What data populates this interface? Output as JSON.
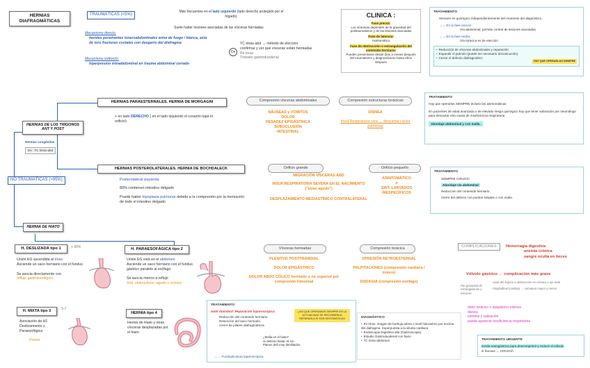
{
  "title": {
    "line1": "HERNIAS",
    "line2": "DIAFRAGMÁTICAS"
  },
  "traumatic": {
    "label": "TRAUMÁTICAS (<5%)",
    "frequency": "Más frecuentes en el lado izquierdo (lado derecho protegido por el hígado).",
    "frequency_parts": {
      "pre": "Más frecuentes en el ",
      "bold": "lado izquierdo",
      "post": " (lado derecho protegido por el hígado)."
    },
    "associated": "Suele haber lesiones asociadas de las vísceras herniadas",
    "direct_title": "Mecanismo directo:",
    "direct_text": "heridas penetrantes toracoabdominales arma de fuego / blanca, asta de toro fracturas costales con desgarro del diafragma",
    "indirect_title": "Mecanismo indirecto:",
    "indirect_text": "hiperpresión intraabdominal en trauma abdominal cerrado",
    "dx_label": "Dx",
    "dx_line1": "TC tórax-abd → método de elección",
    "dx_line2": "confirmar y ver qué vísceras están herniadas",
    "dx_line3": "Rx tórax",
    "dx_line4": "Tránsito gastroduodenal"
  },
  "clinica": {
    "title": "CLINICA :",
    "phase1": "Fase precoz:",
    "phase1_text": "Los síntomas dependen de la gravedad del politraumatismo y de las lesiones asociadas",
    "phase2": "Fase de latencia:",
    "phase2_text": "Asintomático",
    "phase3": "Fase de obstrucción o estrangulación del contenido herniario:",
    "phase3_text": "Pueden presentarse desde días a meses después del traumatismo y diagnosticarse hasta años después"
  },
  "trat_trauma": {
    "title": "TRATAMIENTO",
    "line1": "Siempre es quirúrgico independientemente del momento del diagnóstico.",
    "early": "→→ En la fase precoz:",
    "early_text": "Vía abdominal: permite control de lesiones asociadas.",
    "late": "→→ En la fase tardía:",
    "late_text": "Vía torácica es de elección",
    "bullets": [
      "Reducción de vísceras abdominales y reparación",
      "Expandir el pulmón (puede ser necesario decorticación)",
      "Cerrar el defecto diafragmático"
    ],
    "badge": "HAY QUE OPERARLAS SIEMPRE"
  },
  "trigonos": {
    "label": "HERNIAS DE LOS TRIGONOS ANT Y POST",
    "congenital": "Hernias congénitas",
    "dx": "Dx : TC tórax-abd"
  },
  "morgagni": {
    "title": "HERNIAS PARAESTERNALES. HERNIA DE MORGAGNI",
    "text_pre": "+ en lado ",
    "text_hl": "DERECHO",
    "text_post": " ( en el lado izquierdo el corazón tapa el orificio).",
    "pill1": "Compresión vísceras abdominales",
    "pill1_items": [
      "NÁUSEAS y VÓMITOS",
      "DOLOR",
      "PESADEZ EPIGÁSTRICA",
      "SUBOCLUSIÓN",
      "INTESTINAL"
    ],
    "pill2": "Compresión estructuras torácicas",
    "pill2_items": [
      "DISNEA"
    ],
    "pill2_extra": "Insuf.Respiratoria rara → descartar causa pulmonar"
  },
  "trat_morgagni": {
    "title": "TRATAMIENTO",
    "line1": "Hay que operarlas SIEMPRE incluso las asintomáticas",
    "line2": "En pacientes de edad avanzada o de elevado riesgo quirúrgico hay que tener valoración por neumólogo para descartar otra causa de insuficiencia respiratoria",
    "highlight": "Abordaje abdominal y con malla."
  },
  "bochdalek": {
    "title": "HERNIAS POSTEROLATERALES. HERNIA DE BOCHDALECK",
    "item1": "Posterolateral izquierda",
    "item2": "80% contienen intestino delgado",
    "item3_pre": "Puede haber ",
    "item3_hl": "hipoplasia pulmonar",
    "item3_post": " debido a la compresión por la herniación de todo el intestino delgado",
    "pill1": "Orificio grande",
    "pill1_items": [
      "MIGRACIÓN VÍSCERAS ABD",
      "INSUF.RESPIRATORIA SEVERA EN EL NACIMIENTO (\"tórax agudo\")",
      "DESPLAZAMIENTO MEDIASTÍNICO CONTRALATERAL"
    ],
    "pill2": "Orificio pequeño",
    "pill2_items": [
      "ASINTOMÁTICO",
      "o",
      "SINT. LARVADOS",
      "INESPECÍFICOS"
    ]
  },
  "trat_bochdalek": {
    "title": "TRATAMIENTO",
    "line1": "SIEMPRE CIRUGÍA",
    "line2": "Abordaje vía abdominal",
    "line3": "Reducción del contenido herniario",
    "line4": "Cierre del defecto con puntos simples o con malla."
  },
  "no_trauma": {
    "label": "NO TRAUMÁTICAS (>95%)"
  },
  "hiato": {
    "label": "HERNIA DE HIATO"
  },
  "tipo1": {
    "title": "H. DESLIZADA tipo 1",
    "pct": "+ 90%",
    "line1_pre": "Unión EG ascendida al ",
    "line1_hl": "tórax",
    "line2": "Asciende un saco herniario con el fundus",
    "line3": "Se asocia directamente con",
    "line3_hl": "reflujo gastroesofágico"
  },
  "tipo2": {
    "title": "H. PARAESOFÁGICA tipo 2",
    "line1_pre": "Unión EG está en el ",
    "line1_hl": "abdomen",
    "line2": "Asciende un saco herniario con el fundus gástrico paralelo al esófago",
    "line3": "Se asocia menos a reflujo",
    "line4": "Sint. obstructivos: agudo o crónico"
  },
  "tipo3": {
    "title": "H. MIXTA tipo 3",
    "pct": "5-7",
    "line1": "Asociación de H1",
    "line2": "Deslizamiento y",
    "line3": "Paraesofágica",
    "line4": "Pirosis"
  },
  "tipo4": {
    "title": "HERNIA tipo 4",
    "line1": "Hernia de Hiato y otras vísceras desplazadas por el hiato"
  },
  "paraesof": {
    "pill1": "Vísceras herniadas",
    "pill1_items": [
      "PLENITUD POSTPRANDIAL",
      "DOLOR EPIGÁSTRICO",
      "DOLOR ABDO CÓLICO herniado o no superior por compresión intestinal"
    ],
    "pill2": "Compresión torácica",
    "pill2_items": [
      "OPRESIÓN RETROESTERNAL",
      "PALPITACIONES (compresión cardiaca / tronco)",
      "DISFAGIA (compresión esófago)"
    ]
  },
  "complicaciones": {
    "label": "COMPLICACIONES",
    "item1": "Hemorragia digestiva:",
    "item1b": "anemia crónica",
    "item1c": "sangre oculta en heces",
    "item2": "Vólvulo gástrico → complicación más grave",
    "item2_note_a": "Por gravedad de estrangulación y necrosis",
    "item2_note_b": "- axial del órgano a obstrucción en cámara o eje axial",
    "item2_note_c": "- longitudinal (cardias) → curvatura mayor y menor",
    "bullets": [
      "dolor torácico o epigástrico intenso",
      "disnea",
      "vómitos y salivación",
      "puede aparecer insuficiencia respiratoria"
    ]
  },
  "trat_urgente": {
    "title": "TRATAMIENTO URGENTE",
    "line1": "sonda nasogástrica para descomprimir y reducir el vólvulo",
    "line2": "si fracasa → CIRUGÍA"
  },
  "trat_hiato": {
    "title": "TRATAMIENTO",
    "item1": "Gold Standard: Reparación laparoscópica",
    "item1_sub": [
      "Reducción del contenido herniario",
      "Resección del saco herniario",
      "Cierre de pilares diafragmáticos"
    ],
    "callout": "¿ASI QUE OPERAMOS SIEMPRE EN LA ACTUALIDAD SE RECOMIENDA REPARARLA SI SON SINTOMÁTICAS",
    "q1": "¿Malla en el hiato?",
    "q2": "Si defecto hiatal >5 cm",
    "q3": "Planos defi muy debilitados",
    "fundu": "→→ Funduplicatura laparoscópica"
  },
  "diag_hiato": {
    "title": "DIAGNÓSTICO",
    "b1": "Rx tórax: imagen de burbuja aérea o nivel hidroaéreo por encima del diafragma. Superpuesta a la silueta cardiaca",
    "b2": "Endoscopia Digestiva alta (Gastroscopia)",
    "b3": "Estudio Gastroduodenal con bario",
    "b4": "TC tórax-abdomen"
  }
}
